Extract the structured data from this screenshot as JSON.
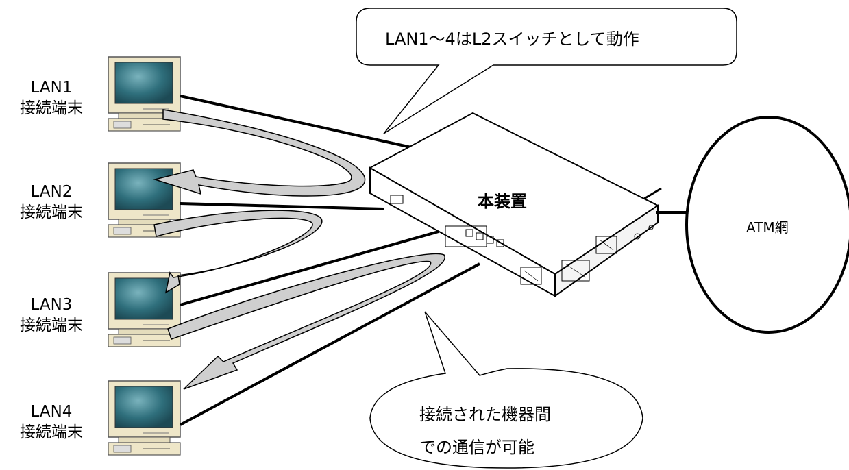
{
  "terminals": [
    {
      "line1": "LAN1",
      "line2": "接続端末"
    },
    {
      "line1": "LAN2",
      "line2": "接続端末"
    },
    {
      "line1": "LAN3",
      "line2": "接続端末"
    },
    {
      "line1": "LAN4",
      "line2": "接続端末"
    }
  ],
  "device_label": "本装置",
  "network_label": "ATM網",
  "callout_top": "LAN1～4はL2スイッチとして動作",
  "callout_bottom": {
    "line1": "接続された機器間",
    "line2": "での通信が可能"
  },
  "colors": {
    "screen": "#2f6f7c",
    "monitor_body": "#eee6c8",
    "arrow_fill": "#cfcfcf"
  }
}
